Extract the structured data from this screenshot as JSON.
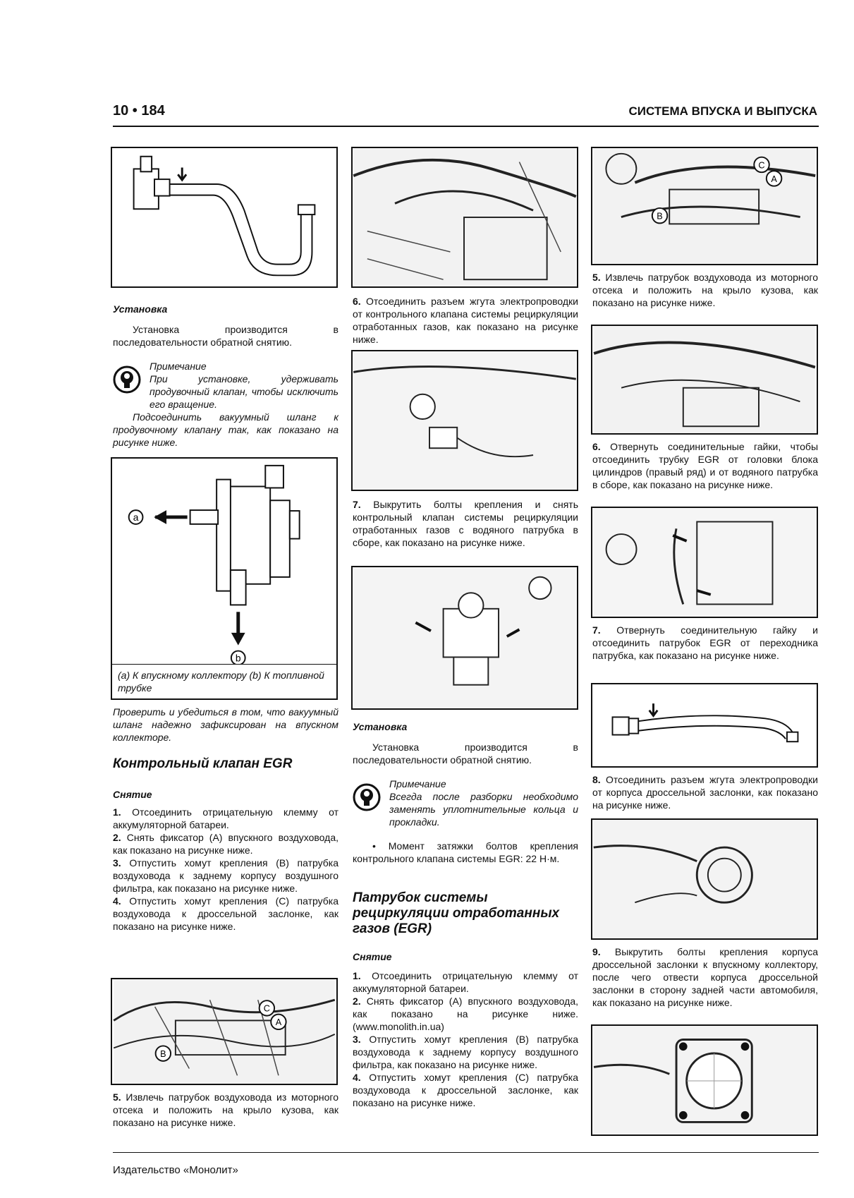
{
  "header": {
    "page_number": "10 • 184",
    "section_title": "СИСТЕМА ВПУСКА И ВЫПУСКА"
  },
  "footer": {
    "publisher": "Издательство «Монолит»"
  },
  "col1": {
    "install_heading": "Установка",
    "install_text": "Установка производится в последовательности обратной снятию.",
    "note_label": "Примечание",
    "note_text1": "При установке, удерживать продувочный клапан, чтобы исключить его вращение.",
    "note_text2": "Подсоединить вакуумный шланг к продувочному клапану так, как показано на рисунке ниже.",
    "fig_caption": "(a) К впускному коллектору (b) К топливной трубке",
    "label_a": "a",
    "label_b": "b",
    "check_text": "Проверить и убедиться в том, что вакуумный шланг надежно зафиксирован на впускном коллекторе.",
    "egr_heading": "Контрольный клапан EGR",
    "removal_heading": "Снятие",
    "steps": [
      {
        "n": "1.",
        "t": "Отсоединить отрицательную клемму от аккумуляторной батареи."
      },
      {
        "n": "2.",
        "t": "Снять фиксатор (А) впускного воздуховода, как показано на рисунке ниже."
      },
      {
        "n": "3.",
        "t": "Отпустить хомут крепления (В) патрубка воздуховода к заднему корпусу воздушного фильтра, как показано на рисунке ниже."
      },
      {
        "n": "4.",
        "t": "Отпустить хомут крепления (С) патрубка воздуховода к дроссельной заслонке, как показано на рисунке ниже."
      }
    ],
    "step5": {
      "n": "5.",
      "t": "Извлечь патрубок воздуховода из моторного отсека и положить на крыло кузова, как показано на рисунке ниже."
    },
    "fig_labels": [
      "A",
      "C",
      "B"
    ]
  },
  "col2": {
    "step6": {
      "n": "6.",
      "t": "Отсоединить разъем жгута электропроводки от контрольного клапана системы рециркуляции отработанных газов, как показано на рисунке ниже."
    },
    "step7": {
      "n": "7.",
      "t": "Выкрутить болты крепления и снять контрольный клапан системы рециркуляции отработанных газов с водяного патрубка в сборе, как показано на рисунке ниже."
    },
    "install_heading": "Установка",
    "install_text": "Установка производится в последовательности обратной снятию.",
    "note_label": "Примечание",
    "note_text": "Всегда после разборки необходимо заменять уплотнительные кольца и прокладки.",
    "torque": "Момент затяжки болтов крепления контрольного клапана системы EGR: 22 Н·м.",
    "pipe_heading": "Патрубок системы рециркуляции отработанных газов (EGR)",
    "removal_heading": "Снятие",
    "steps": [
      {
        "n": "1.",
        "t": "Отсоединить отрицательную клемму от аккумуляторной батареи."
      },
      {
        "n": "2.",
        "t": "Снять фиксатор (А) впускного воздуховода, как показано на рисунке ниже. (www.monolith.in.ua)"
      },
      {
        "n": "3.",
        "t": "Отпустить хомут крепления (В) патрубка воздуховода к заднему корпусу воздушного фильтра, как показано на рисунке ниже."
      },
      {
        "n": "4.",
        "t": "Отпустить хомут крепления (С) патрубка воздуховода к дроссельной заслонке, как показано на рисунке ниже."
      }
    ]
  },
  "col3": {
    "fig_labels": [
      "C",
      "A",
      "B"
    ],
    "step5": {
      "n": "5.",
      "t": "Извлечь патрубок воздуховода из моторного отсека и положить на крыло кузова, как показано на рисунке ниже."
    },
    "step6": {
      "n": "6.",
      "t": "Отвернуть соединительные гайки, чтобы отсоединить трубку EGR от головки блока цилиндров (правый ряд) и от водяного патрубка в сборе, как показано на рисунке ниже."
    },
    "step7": {
      "n": "7.",
      "t": "Отвернуть соединительную гайку и отсоединить патрубок EGR от переходника патрубка, как показано на рисунке ниже."
    },
    "step8": {
      "n": "8.",
      "t": "Отсоединить разъем жгута электропроводки от корпуса дроссельной заслонки, как показано на рисунке ниже."
    },
    "step9": {
      "n": "9.",
      "t": "Выкрутить болты крепления корпуса дроссельной заслонки к впускному коллектору, после чего отвести корпуса дроссельной заслонки в сторону задней части автомобиля, как показано на рисунке ниже."
    }
  }
}
